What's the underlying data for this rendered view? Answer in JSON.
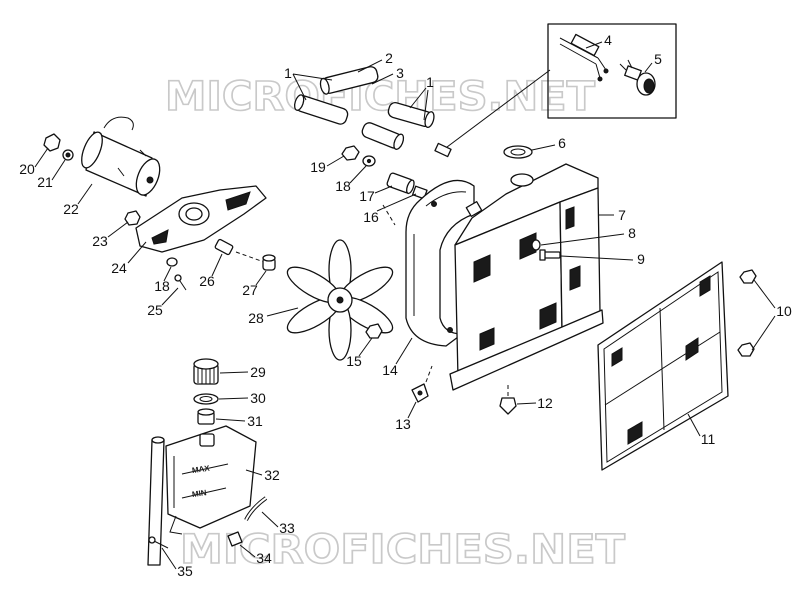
{
  "watermarks": [
    "MICROFICHES.NET",
    "MICROFICHES.NET"
  ],
  "reservoir_markings": {
    "max": "MAX",
    "min": "MIN"
  },
  "callouts": [
    "1",
    "1",
    "2",
    "3",
    "4",
    "5",
    "6",
    "7",
    "8",
    "9",
    "10",
    "11",
    "12",
    "13",
    "14",
    "15",
    "16",
    "17",
    "18",
    "19",
    "20",
    "21",
    "22",
    "23",
    "24",
    "25",
    "26",
    "27",
    "28",
    "29",
    "30",
    "31",
    "32",
    "33",
    "34",
    "35",
    "18"
  ]
}
